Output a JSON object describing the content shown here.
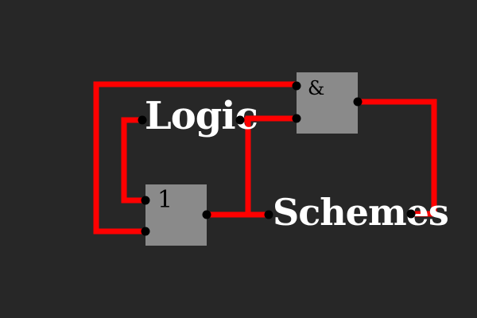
{
  "diagram": {
    "and_gate": {
      "symbol": "&"
    },
    "or_gate": {
      "symbol": "1"
    },
    "word_top": "Logic",
    "word_bottom": "Schemes"
  },
  "colors": {
    "background": "#272727",
    "wire": "#ff0000",
    "gate_fill": "#8a8a8a",
    "text": "#ffffff",
    "pin": "#000000"
  }
}
